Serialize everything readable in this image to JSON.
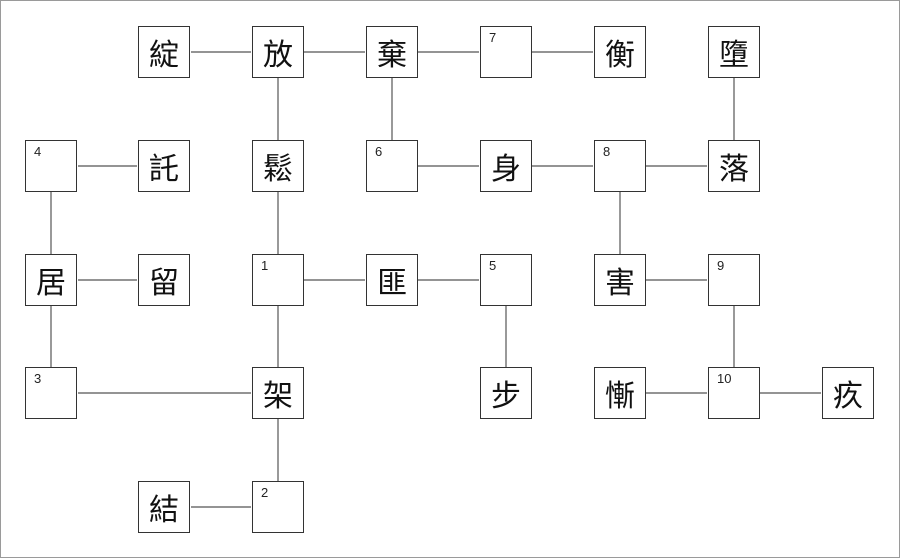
{
  "puzzle": {
    "cells": [
      {
        "id": "c-0-0",
        "type": "char",
        "text": "綻"
      },
      {
        "id": "c-0-1",
        "type": "char",
        "text": "放"
      },
      {
        "id": "c-0-2",
        "type": "char",
        "text": "棄"
      },
      {
        "id": "c-0-3",
        "type": "blank",
        "number": "7"
      },
      {
        "id": "c-0-4",
        "type": "char",
        "text": "衡"
      },
      {
        "id": "c-0-5",
        "type": "char",
        "text": "墮"
      },
      {
        "id": "c-1-a",
        "type": "blank",
        "number": "4"
      },
      {
        "id": "c-1-0",
        "type": "char",
        "text": "託"
      },
      {
        "id": "c-1-1",
        "type": "char",
        "text": "鬆"
      },
      {
        "id": "c-1-2",
        "type": "blank",
        "number": "6"
      },
      {
        "id": "c-1-3",
        "type": "char",
        "text": "身"
      },
      {
        "id": "c-1-4",
        "type": "blank",
        "number": "8"
      },
      {
        "id": "c-1-5",
        "type": "char",
        "text": "落"
      },
      {
        "id": "c-2-a",
        "type": "char",
        "text": "居"
      },
      {
        "id": "c-2-0",
        "type": "char",
        "text": "留"
      },
      {
        "id": "c-2-1",
        "type": "blank",
        "number": "1"
      },
      {
        "id": "c-2-2",
        "type": "char",
        "text": "匪"
      },
      {
        "id": "c-2-3",
        "type": "blank",
        "number": "5"
      },
      {
        "id": "c-2-4",
        "type": "char",
        "text": "害"
      },
      {
        "id": "c-2-5",
        "type": "blank",
        "number": "9"
      },
      {
        "id": "c-3-a",
        "type": "blank",
        "number": "3"
      },
      {
        "id": "c-3-1",
        "type": "char",
        "text": "架"
      },
      {
        "id": "c-3-3",
        "type": "char",
        "text": "步"
      },
      {
        "id": "c-3-4",
        "type": "char",
        "text": "慚"
      },
      {
        "id": "c-3-5",
        "type": "blank",
        "number": "10"
      },
      {
        "id": "c-3-6",
        "type": "char",
        "text": "疚"
      },
      {
        "id": "c-4-0",
        "type": "char",
        "text": "結"
      },
      {
        "id": "c-4-1",
        "type": "blank",
        "number": "2"
      }
    ]
  }
}
